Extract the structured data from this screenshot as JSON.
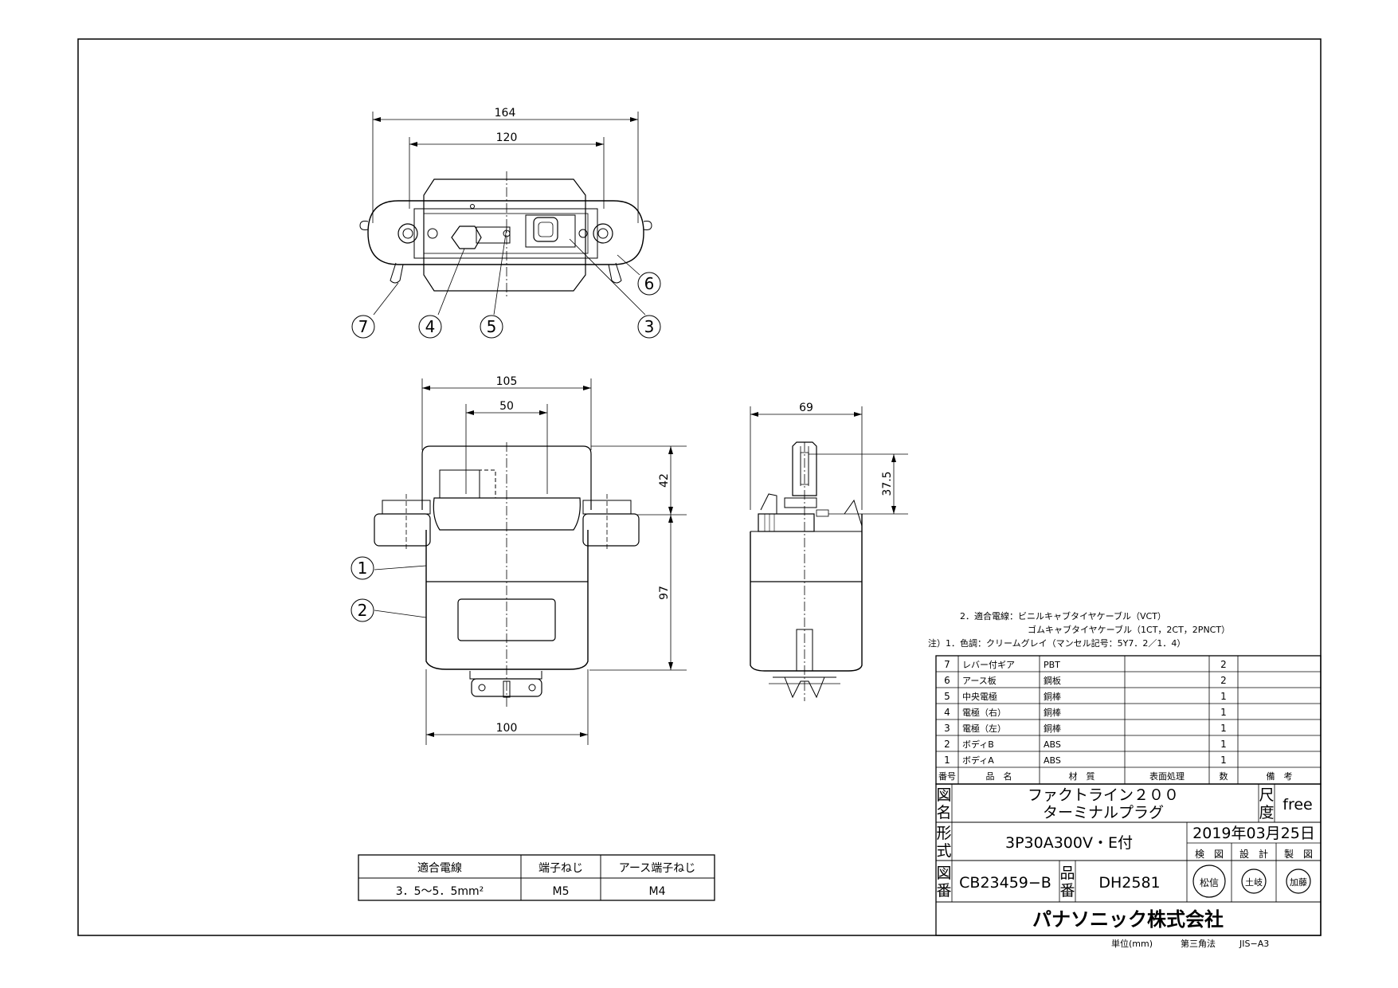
{
  "dimensions": {
    "top_overall": "164",
    "top_inner": "120",
    "front_top": "105",
    "front_inner": "50",
    "front_bottom": "100",
    "front_upper_height": "42",
    "front_body_height": "97",
    "side_width": "69",
    "side_height": "37.5"
  },
  "balloons": [
    "7",
    "4",
    "5",
    "6",
    "3",
    "1",
    "2"
  ],
  "notes": {
    "line1": "2．適合電線：ビニルキャブタイヤケーブル（VCT）",
    "line2": "ゴムキャブタイヤケーブル（1CT，2CT，2PNCT）",
    "line3": "注）1．色調：クリームグレイ（マンセル記号：5Y7．2／1．4）"
  },
  "parts": [
    {
      "no": "7",
      "name": "レバー付ギア",
      "material": "PBT",
      "treatment": "",
      "qty": "2",
      "remark": ""
    },
    {
      "no": "6",
      "name": "アース板",
      "material": "鋼板",
      "treatment": "",
      "qty": "2",
      "remark": ""
    },
    {
      "no": "5",
      "name": "中央電極",
      "material": "銅棒",
      "treatment": "",
      "qty": "1",
      "remark": ""
    },
    {
      "no": "4",
      "name": "電極（右）",
      "material": "銅棒",
      "treatment": "",
      "qty": "1",
      "remark": ""
    },
    {
      "no": "3",
      "name": "電極（左）",
      "material": "銅棒",
      "treatment": "",
      "qty": "1",
      "remark": ""
    },
    {
      "no": "2",
      "name": "ボディB",
      "material": "ABS",
      "treatment": "",
      "qty": "1",
      "remark": ""
    },
    {
      "no": "1",
      "name": "ボディA",
      "material": "ABS",
      "treatment": "",
      "qty": "1",
      "remark": ""
    }
  ],
  "parts_header": {
    "no": "番号",
    "name": "品　名",
    "material": "材　質",
    "treatment": "表面処理",
    "qty": "数",
    "remark": "備　考"
  },
  "title_block": {
    "drawing_name_label_1": "図",
    "drawing_name_label_2": "名",
    "drawing_name_1": "ファクトライン２００",
    "drawing_name_2": "ターミナルプラグ",
    "scale_label_1": "尺",
    "scale_label_2": "度",
    "scale": "free",
    "model_label_1": "形",
    "model_label_2": "式",
    "model": "3P30A300V・E付",
    "date": "2019年03月25日",
    "check": "検　図",
    "design": "設　計",
    "make": "製　図",
    "drawing_no_label_1": "図",
    "drawing_no_label_2": "番",
    "drawing_no": "CB23459−B",
    "product_no_label_1": "品",
    "product_no_label_2": "番",
    "product_no": "DH2581",
    "stamp_check": "松信",
    "stamp_design": "土岐",
    "stamp_make": "加藤",
    "company": "パナソニック株式会社"
  },
  "footer": {
    "unit": "単位(mm)",
    "projection": "第三角法",
    "size": "JIS−A3"
  },
  "wire_table": {
    "headers": [
      "適合電線",
      "端子ねじ",
      "アース端子ねじ"
    ],
    "values": [
      "3．5〜5．5mm²",
      "M5",
      "M4"
    ]
  }
}
